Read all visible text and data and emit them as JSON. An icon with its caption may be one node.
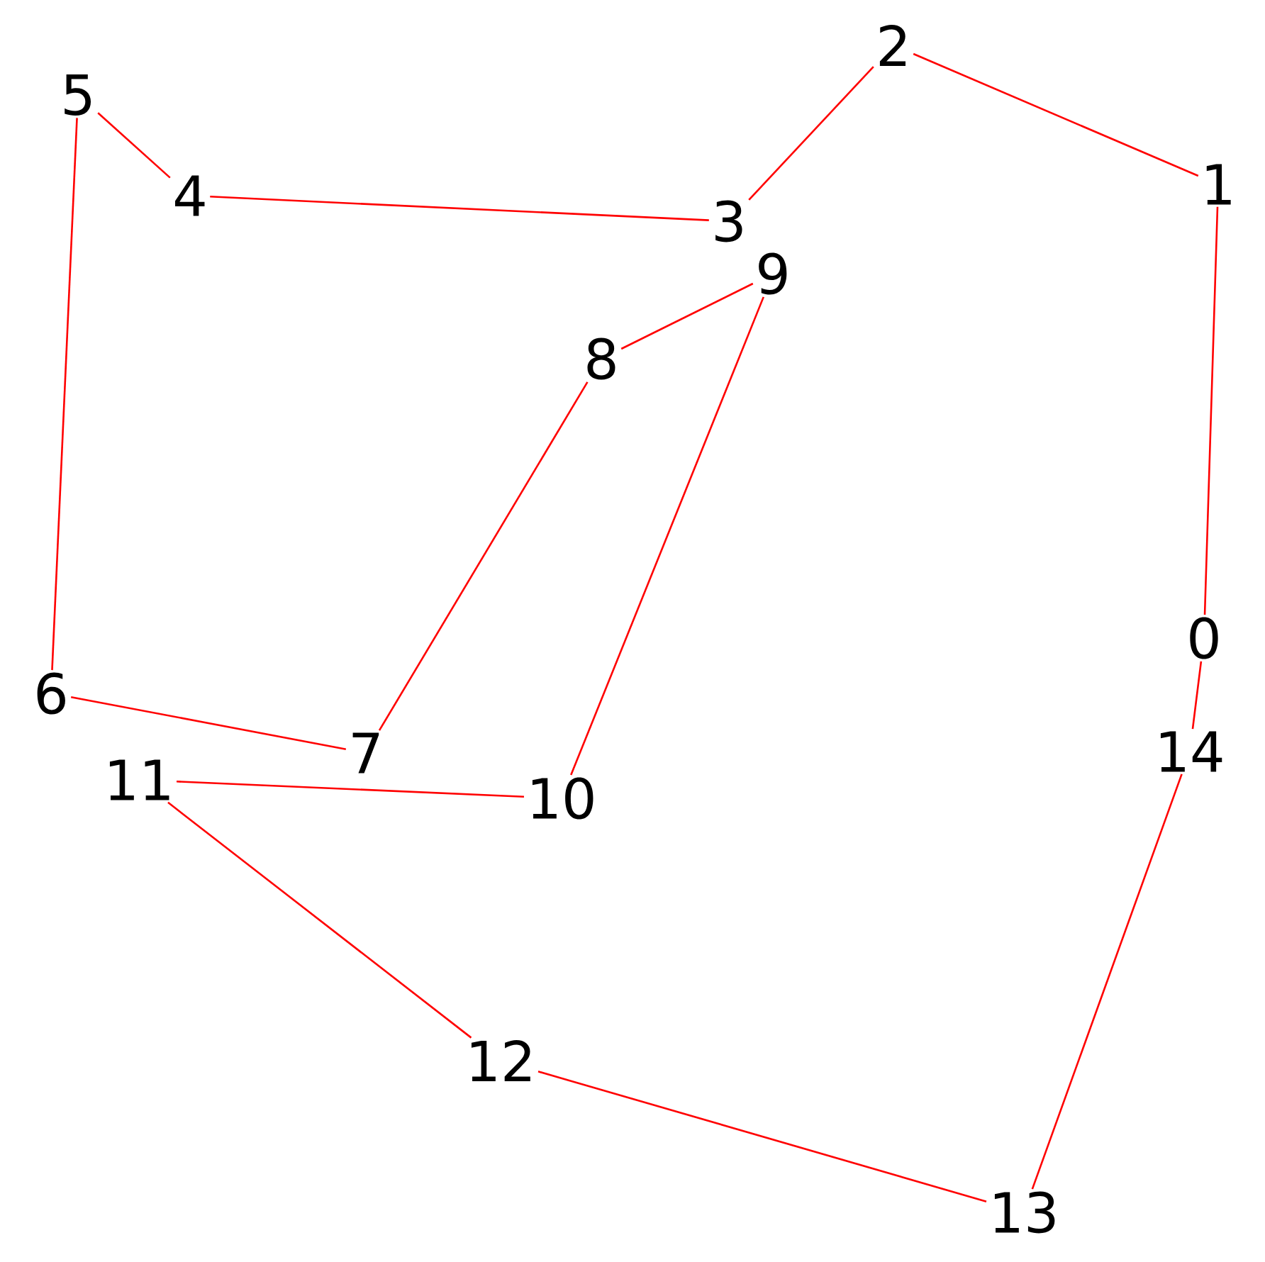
{
  "diagram": {
    "nodes": [
      {
        "text": [
          "0"
        ]
      },
      {
        "text": [
          "1"
        ]
      },
      {
        "text": [
          "2"
        ]
      },
      {
        "text": [
          "3"
        ]
      },
      {
        "text": [
          "4"
        ]
      },
      {
        "text": [
          "5"
        ]
      },
      {
        "text": [
          "6"
        ]
      },
      {
        "text": [
          "7"
        ]
      },
      {
        "text": [
          "8"
        ]
      },
      {
        "text": [
          "9"
        ]
      },
      {
        "text": [
          "10"
        ]
      },
      {
        "text": [
          "11"
        ]
      },
      {
        "text": [
          "12"
        ]
      },
      {
        "text": [
          "13"
        ]
      },
      {
        "text": [
          "14"
        ]
      }
    ],
    "edges": [
      {
        "from": 0,
        "to": 1,
        "arrow": "none"
      },
      {
        "from": 1,
        "to": 2,
        "arrow": "none"
      },
      {
        "from": 2,
        "to": 3,
        "arrow": "none"
      },
      {
        "from": 3,
        "to": 4,
        "arrow": "none"
      },
      {
        "from": 4,
        "to": 5,
        "arrow": "none"
      },
      {
        "from": 5,
        "to": 6,
        "arrow": "none"
      },
      {
        "from": 6,
        "to": 7,
        "arrow": "none"
      },
      {
        "from": 7,
        "to": 8,
        "arrow": "none"
      },
      {
        "from": 8,
        "to": 9,
        "arrow": "none"
      },
      {
        "from": 9,
        "to": 10,
        "arrow": "none"
      },
      {
        "from": 10,
        "to": 11,
        "arrow": "none"
      },
      {
        "from": 11,
        "to": 12,
        "arrow": "none"
      },
      {
        "from": 12,
        "to": 13,
        "arrow": "none"
      },
      {
        "from": 13,
        "to": 14,
        "arrow": "none"
      },
      {
        "from": 14,
        "to": 0,
        "arrow": "none"
      }
    ]
  }
}
